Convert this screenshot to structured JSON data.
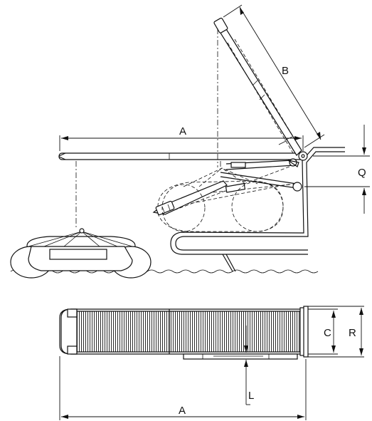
{
  "diagram": {
    "side_view": {
      "dimensions": {
        "a_label": "A",
        "b_label": "B",
        "q_label": "Q"
      }
    },
    "top_view": {
      "dimensions": {
        "a_label": "A",
        "c_label": "C",
        "r_label": "R",
        "l_label": "L"
      }
    }
  }
}
